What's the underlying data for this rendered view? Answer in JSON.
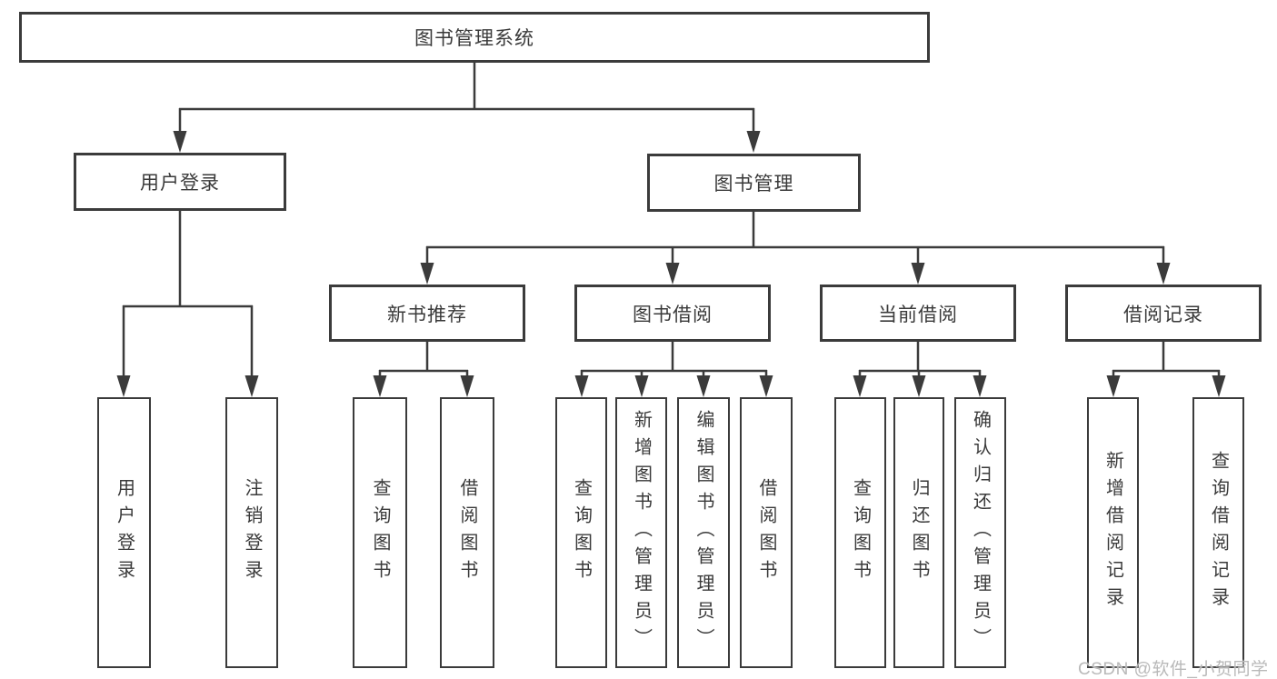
{
  "diagram_title": "图书管理系统",
  "tree": {
    "root": {
      "label": "图书管理系统"
    },
    "branches": [
      {
        "label": "用户登录",
        "children": [
          {
            "label": "用户登录"
          },
          {
            "label": "注销登录"
          }
        ]
      },
      {
        "label": "图书管理",
        "children": [
          {
            "label": "新书推荐",
            "children": [
              {
                "label": "查询图书"
              },
              {
                "label": "借阅图书"
              }
            ]
          },
          {
            "label": "图书借阅",
            "children": [
              {
                "label": "查询图书"
              },
              {
                "label": "新增图书（管理员）"
              },
              {
                "label": "编辑图书（管理员）"
              },
              {
                "label": "借阅图书"
              }
            ]
          },
          {
            "label": "当前借阅",
            "children": [
              {
                "label": "查询图书"
              },
              {
                "label": "归还图书"
              },
              {
                "label": "确认归还（管理员）"
              }
            ]
          },
          {
            "label": "借阅记录",
            "children": [
              {
                "label": "新增借阅记录"
              },
              {
                "label": "查询借阅记录"
              }
            ]
          }
        ]
      }
    ]
  },
  "watermark": "CSDN @软件_小贺同学",
  "colors": {
    "line": "#3b3b3b",
    "text": "#3a3a3a",
    "box_background": "#ffffff",
    "watermark": "#b9b9b9"
  }
}
